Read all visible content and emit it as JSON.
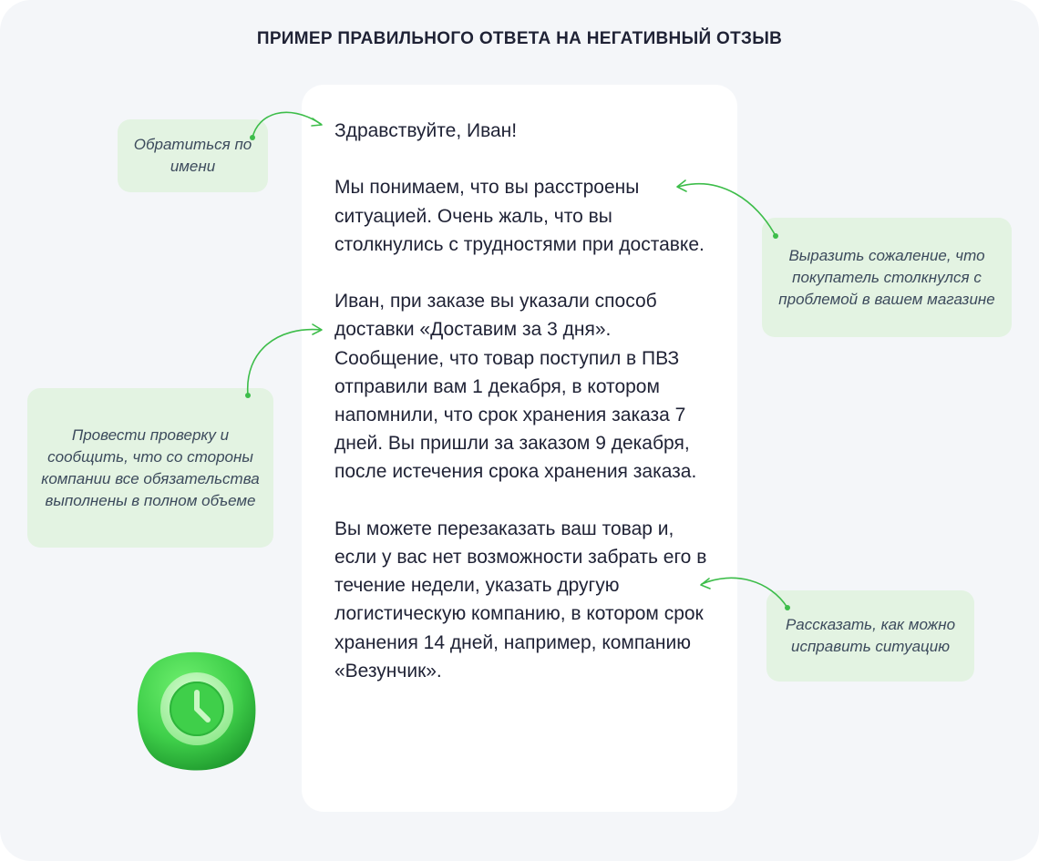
{
  "title": "ПРИМЕР ПРАВИЛЬНОГО ОТВЕТА НА НЕГАТИВНЫЙ ОТЗЫВ",
  "letter": {
    "greeting": "Здравствуйте, Иван!",
    "paragraph_regret": "Мы понимаем, что вы расстроены ситуацией. Очень жаль, что вы столкнулись с трудностями при доставке.",
    "paragraph_check": "Иван, при заказе вы указали способ доставки «Доставим за 3 дня». Сообщение, что товар поступил в ПВЗ отправили вам 1 декабря, в котором напомнили, что срок хранения заказа 7 дней. Вы пришли за заказом 9 декабря, после истечения срока хранения заказа.",
    "paragraph_fix": "Вы можете перезаказать ваш товар и, если у вас нет возможности забрать его в течение недели, указать другую логистическую компанию, в котором срок хранения 14 дней, например, компанию «Везунчик»."
  },
  "notes": {
    "name": "Обратиться по имени",
    "regret": "Выразить сожаление, что покупатель столкнулся с проблемой в вашем магазине",
    "check": "Провести проверку и сообщить, что со стороны компании все обязательства выполнены в полном объеме",
    "fix": "Рассказать, как можно исправить ситуацию"
  },
  "colors": {
    "background": "#f4f6f9",
    "card": "#ffffff",
    "note_bg": "#e3f3e2",
    "arrow": "#3dbd4a",
    "text": "#1f2235",
    "note_text": "#3c4a5c",
    "clock_green": "#3fcf4a"
  },
  "icons": {
    "clock": "clock-icon"
  }
}
